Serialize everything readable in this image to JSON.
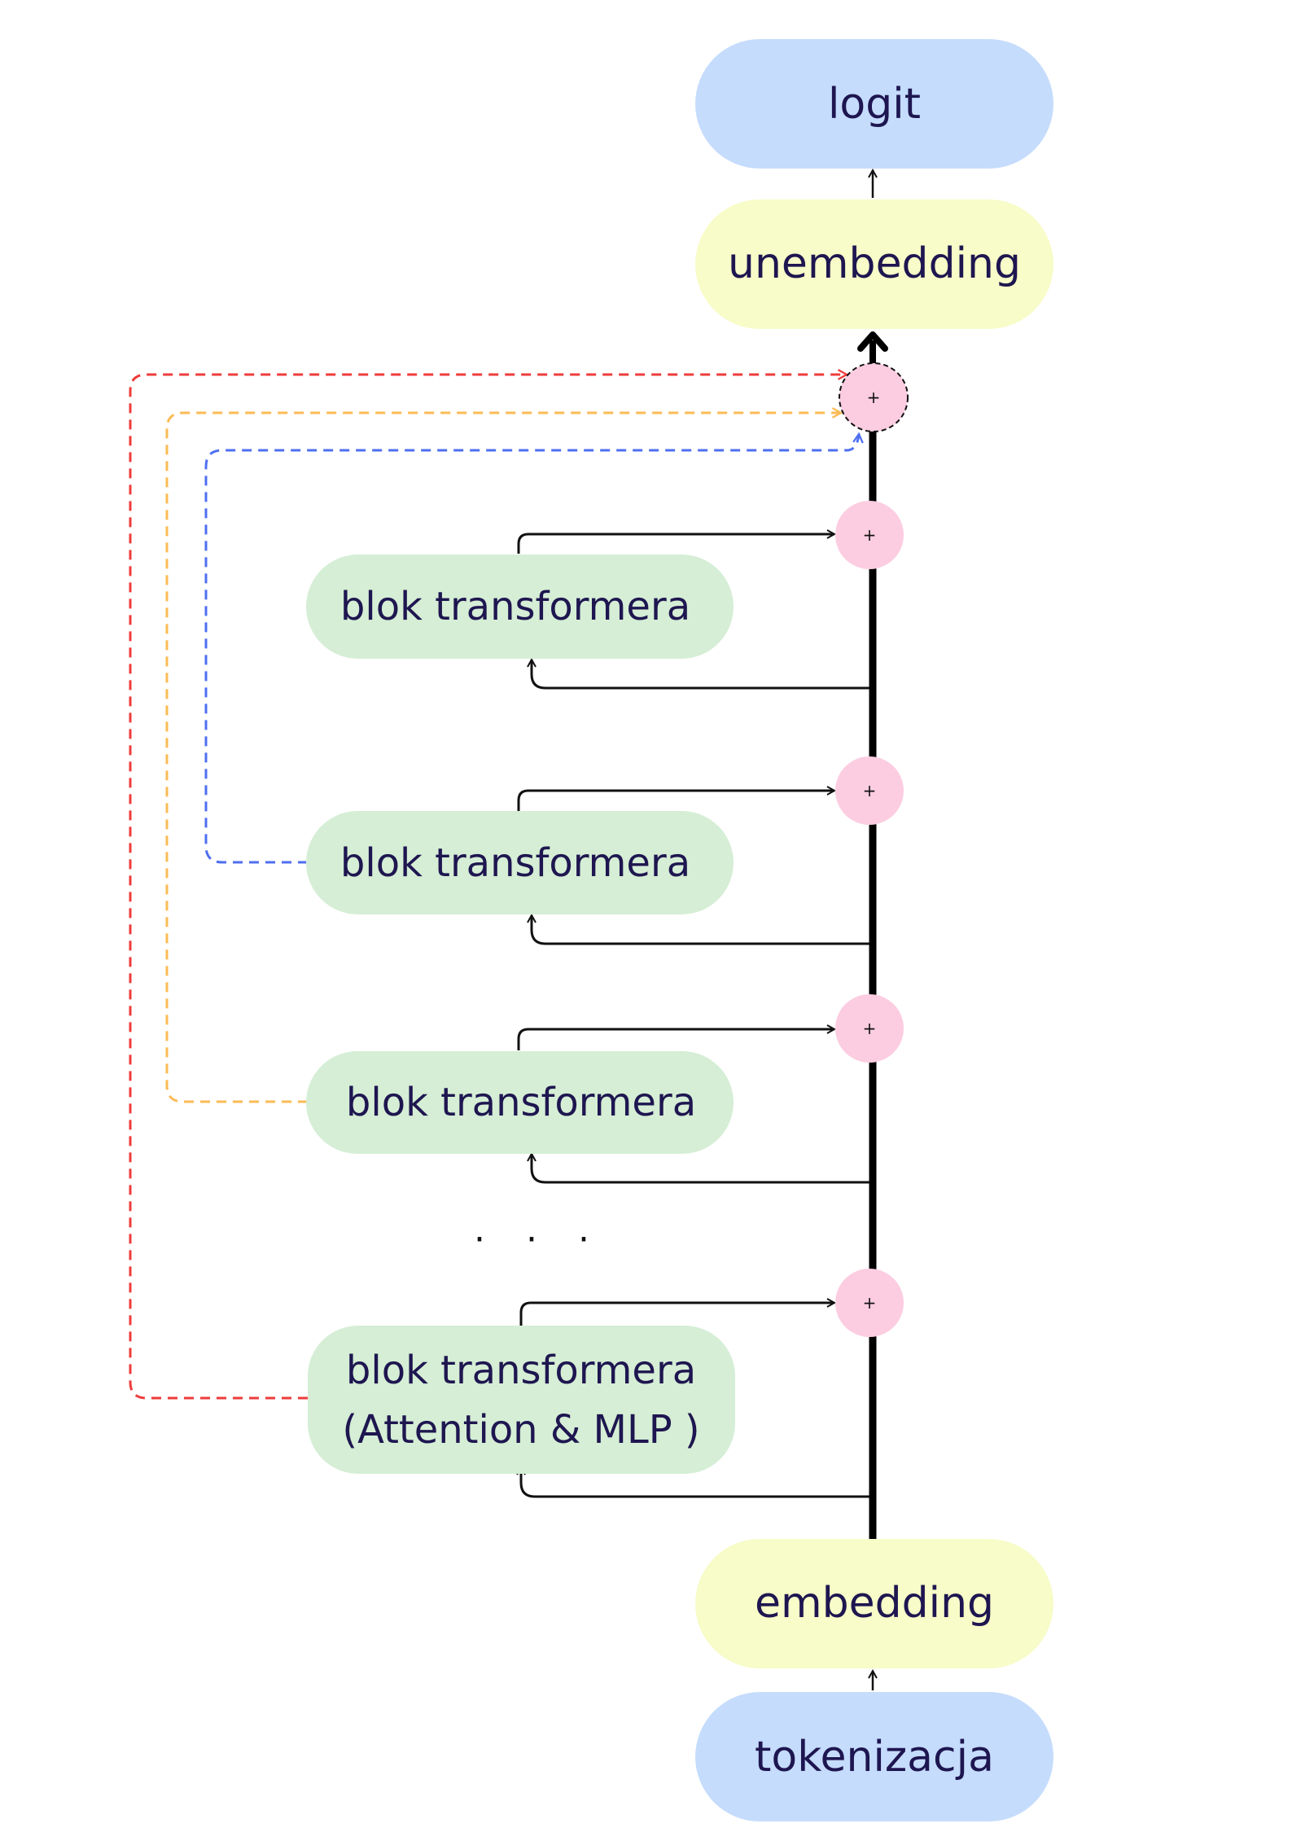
{
  "nodes": {
    "logit": "logit",
    "unembedding": "unembedding",
    "embedding": "embedding",
    "tokenizacja": "tokenizacja"
  },
  "blocks": [
    {
      "line1": "blok transformera",
      "line2": ""
    },
    {
      "line1": "blok transformera",
      "line2": ""
    },
    {
      "line1": "blok transformera",
      "line2": ""
    },
    {
      "line1": "blok transformera",
      "line2": "(Attention & MLP )"
    }
  ],
  "plus_symbol": "+",
  "ellipsis": ". . .",
  "colors": {
    "blue_node": "#c5dcfc",
    "yellow_node": "#f7fcc8",
    "green_block": "#d5eed5",
    "pink_circle": "#fccde0",
    "red_dash": "#ef3b3b",
    "orange_dash": "#fbbb55",
    "blue_dash": "#4f6ff0",
    "text": "#1e1650"
  }
}
